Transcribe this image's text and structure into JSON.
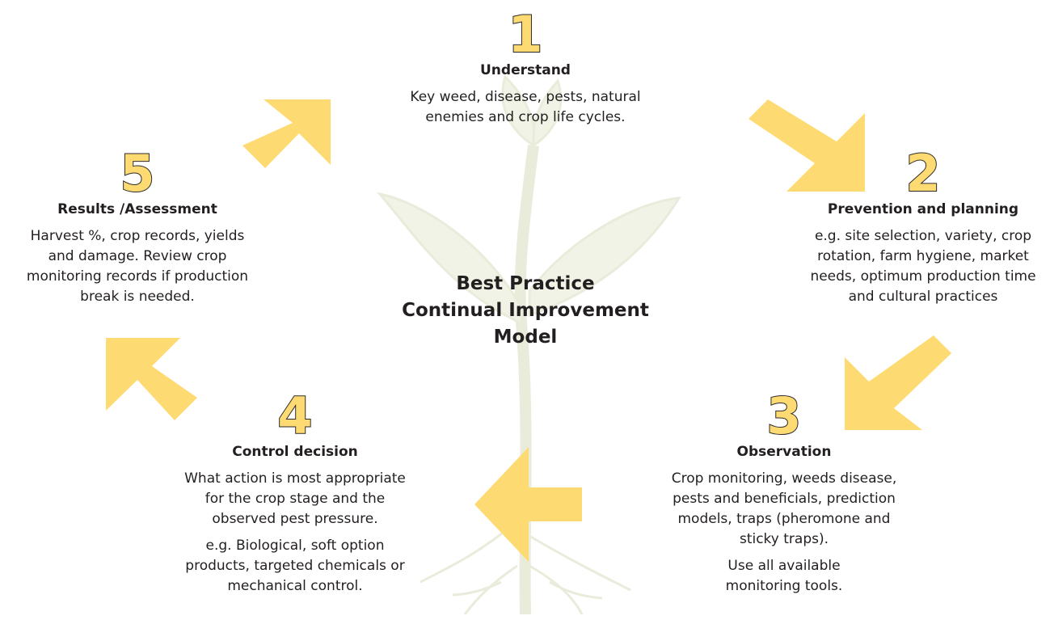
{
  "colors": {
    "arrow": "#fddb72",
    "plant": "#e9ecda",
    "number_outline": "#2b2b2b",
    "text": "#231f20"
  },
  "center": {
    "title": "Best Practice\nContinual  Improvement\nModel"
  },
  "steps": [
    {
      "number": "1",
      "title": "Understand",
      "description": "Key weed, disease, pests, natural\nenemies and crop life cycles."
    },
    {
      "number": "2",
      "title": "Prevention and planning",
      "description": "e.g. site selection, variety, crop\nrotation, farm hygiene, market\nneeds, optimum production time\nand cultural practices"
    },
    {
      "number": "3",
      "title": "Observation",
      "description": "Crop monitoring, weeds disease,\npests and beneficials, prediction\nmodels, traps (pheromone and\nsticky traps).",
      "note": "Use all available\nmonitoring tools."
    },
    {
      "number": "4",
      "title": "Control decision",
      "description": "What action is most appropriate\nfor the crop stage and the\nobserved pest pressure.",
      "note": "e.g. Biological, soft option\nproducts, targeted chemicals or\nmechanical control."
    },
    {
      "number": "5",
      "title": "Results /Assessment",
      "description": "Harvest %, crop records, yields\nand damage. Review crop\nmonitoring records if production\nbreak is needed."
    }
  ],
  "arrows": [
    {
      "from": "1",
      "to": "2",
      "direction": "down-right"
    },
    {
      "from": "2",
      "to": "3",
      "direction": "down-left"
    },
    {
      "from": "3",
      "to": "4",
      "direction": "left"
    },
    {
      "from": "4",
      "to": "5",
      "direction": "up-left"
    },
    {
      "from": "5",
      "to": "1",
      "direction": "up-right"
    }
  ]
}
